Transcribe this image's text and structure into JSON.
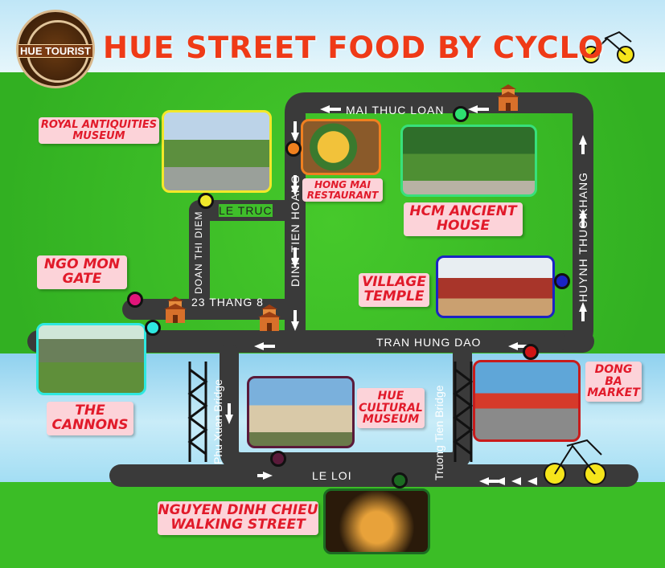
{
  "title": "HUE STREET FOOD BY CYCLO",
  "logo_text": "HUE TOURIST",
  "streets": {
    "mai_thuc_loan": "MAI THUC LOAN",
    "le_truc": "LE TRUC",
    "doan_thi_diem": "DOAN THI DIEM",
    "dinh_tien_hoang": "DINH TIEN HOANG",
    "huynh_thuc_khang": "HUYNH THUC KHANG",
    "thang_8": "23 THANG 8",
    "tran_hung_dao": "TRAN HUNG DAO",
    "le_loi": "LE LOI",
    "phu_xuan_bridge": "Phu Xuan Bridge",
    "truong_tien_bridge": "Truong Tien Bridge"
  },
  "places": {
    "royal_antiquities": [
      "ROYAL ANTIQUITIES",
      "MUSEUM"
    ],
    "hong_mai": [
      "HONG MAI",
      "RESTAURANT"
    ],
    "hcm_house": [
      "HCM ANCIENT",
      "HOUSE"
    ],
    "ngo_mon": [
      "NGO MON",
      "GATE"
    ],
    "village_temple": [
      "VILLAGE",
      "TEMPLE"
    ],
    "cannons": [
      "THE",
      "CANNONS"
    ],
    "cultural_museum": [
      "HUE",
      "CULTURAL",
      "MUSEUM"
    ],
    "dong_ba": [
      "DONG",
      "BA",
      "MARKET"
    ],
    "walking_street": [
      "NGUYEN DINH CHIEU",
      "WALKING STREET"
    ]
  },
  "colors": {
    "title": "#ef3a17",
    "road": "#3a3a3a",
    "tag_bg": "#fcd3d9",
    "tag_text": "#e11a2a"
  }
}
